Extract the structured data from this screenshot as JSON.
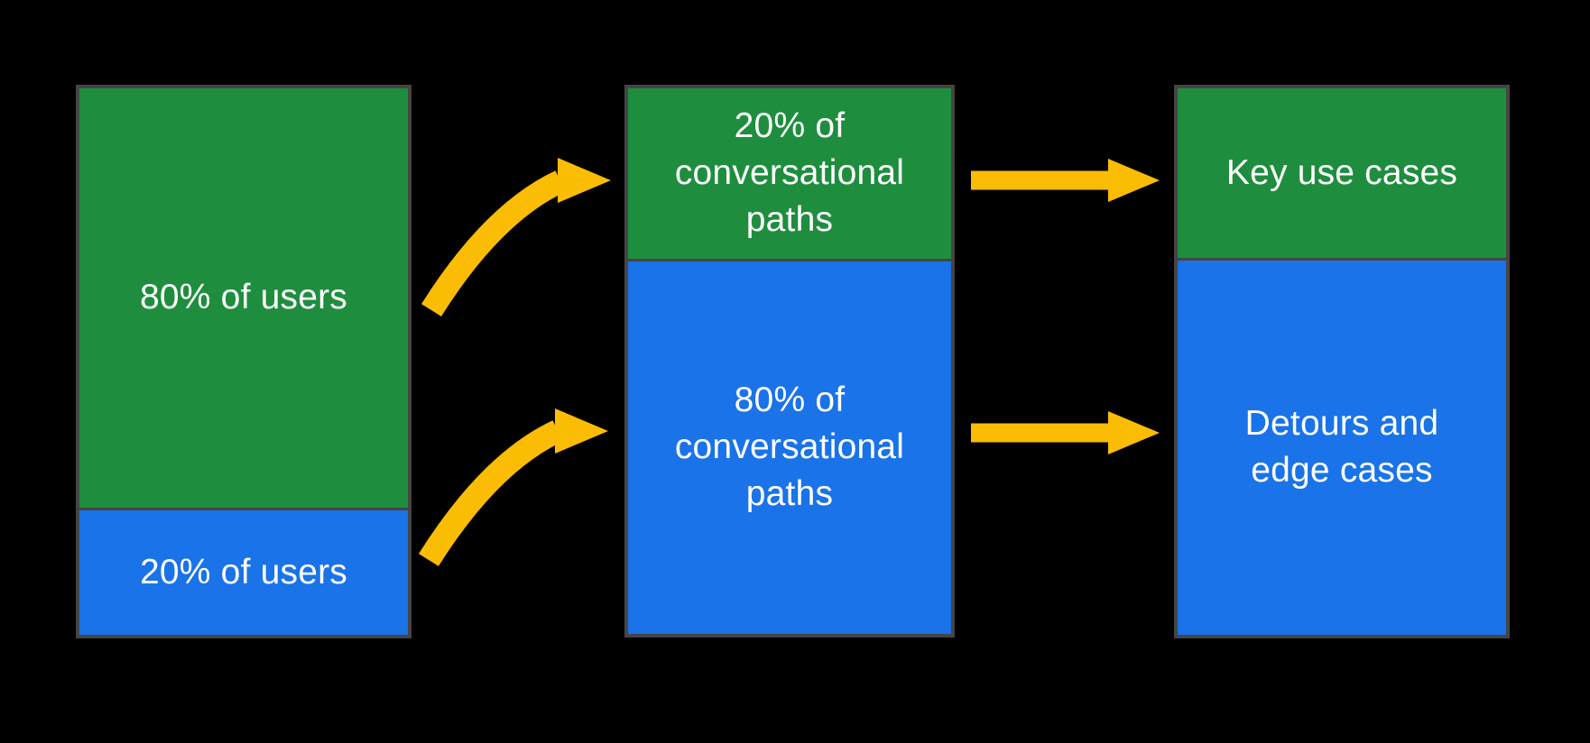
{
  "colors": {
    "green": "#1E8E3E",
    "blue": "#1A73E8",
    "arrow": "#FBBC04",
    "border": "#454545",
    "text": "#FFFFFF",
    "background": "#000000"
  },
  "diagram": {
    "columns": [
      {
        "id": "users",
        "segments": [
          {
            "label": "80% of users",
            "color": "#1E8E3E",
            "height": "77.2%"
          },
          {
            "label": "20% of users",
            "color": "#1A73E8",
            "height": "22.8%"
          }
        ]
      },
      {
        "id": "conversational-paths",
        "segments": [
          {
            "label": "20% of\nconversational\npaths",
            "color": "#1E8E3E",
            "height": "31.7%"
          },
          {
            "label": "80% of\nconversational\npaths",
            "color": "#1A73E8",
            "height": "68.3%"
          }
        ]
      },
      {
        "id": "outcomes",
        "segments": [
          {
            "label": "Key use cases",
            "color": "#1E8E3E",
            "height": "31.5%"
          },
          {
            "label": "Detours and\nedge cases",
            "color": "#1A73E8",
            "height": "68.5%"
          }
        ]
      }
    ],
    "arrows": [
      {
        "from": "80% of users",
        "to": "20% of conversational paths",
        "style": "curved"
      },
      {
        "from": "20% of users",
        "to": "80% of conversational paths",
        "style": "curved"
      },
      {
        "from": "20% of conversational paths",
        "to": "Key use cases",
        "style": "straight"
      },
      {
        "from": "80% of conversational paths",
        "to": "Detours and edge cases",
        "style": "straight"
      }
    ]
  }
}
